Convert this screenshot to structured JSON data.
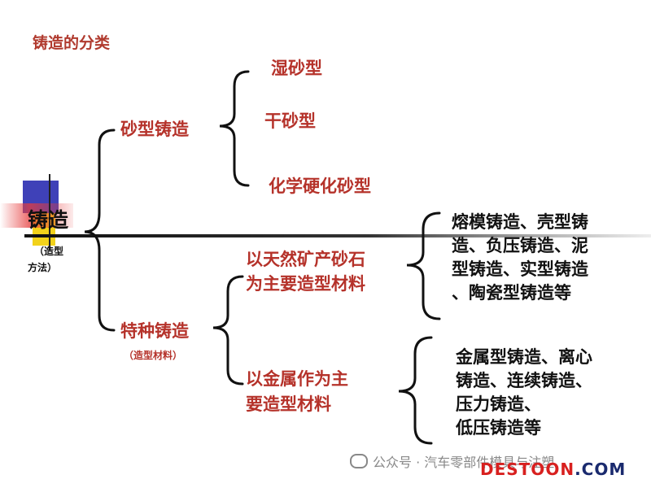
{
  "title": "铸造的分类",
  "root": {
    "label": "铸造",
    "note_line1": "（造型",
    "note_line2": "方法）"
  },
  "sand_casting": {
    "label": "砂型铸造",
    "children": [
      "湿砂型",
      "干砂型",
      "化学硬化砂型"
    ]
  },
  "special_casting": {
    "label": "特种铸造",
    "note": "（造型材料）",
    "groups": [
      {
        "label_line1": "以天然矿产砂石",
        "label_line2": "为主要造型材料",
        "items": [
          "熔模铸造、壳型铸",
          "造、负压铸造、泥",
          "型铸造、实型铸造",
          "、陶瓷型铸造等"
        ]
      },
      {
        "label_line1": "以金属作为主",
        "label_line2": "要造型材料",
        "items": [
          "金属型铸造、离心",
          "铸造、连续铸造、",
          "压力铸造、",
          "低压铸造等"
        ]
      }
    ]
  },
  "watermark": {
    "text": "公众号 · 汽车零部件模具与注塑"
  },
  "logo": {
    "red_part": "DESTOON",
    "blue_part": ".COM"
  },
  "colors": {
    "accent_red": "#b5322a",
    "square_blue": "#3f41b8",
    "square_yellow": "#f2d21b"
  }
}
